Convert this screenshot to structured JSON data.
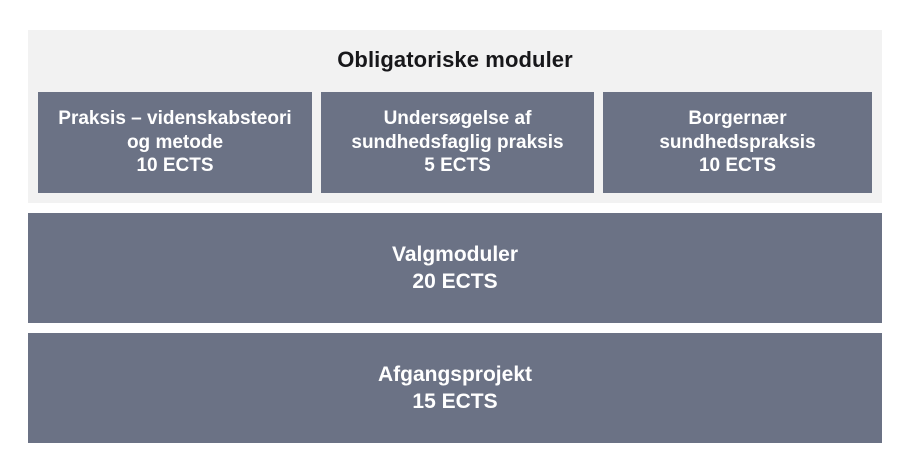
{
  "diagram": {
    "title": "Obligatoriske moduler",
    "colors": {
      "module_fill": "#6b7285",
      "panel_background": "#f2f2f2",
      "page_background": "#ffffff",
      "module_text": "#ffffff",
      "title_text": "#17171a"
    },
    "mandatory_modules": [
      {
        "name": "Praksis – videnskabsteori\nog metode",
        "ects": "10 ECTS"
      },
      {
        "name": "Undersøgelse af\nsundhedsfaglig praksis",
        "ects": "5 ECTS"
      },
      {
        "name": "Borgernær\nsundhedspraksis",
        "ects": "10 ECTS"
      }
    ],
    "bars": [
      {
        "name": "Valgmoduler",
        "ects": "20 ECTS"
      },
      {
        "name": "Afgangsprojekt",
        "ects": "15 ECTS"
      }
    ]
  }
}
